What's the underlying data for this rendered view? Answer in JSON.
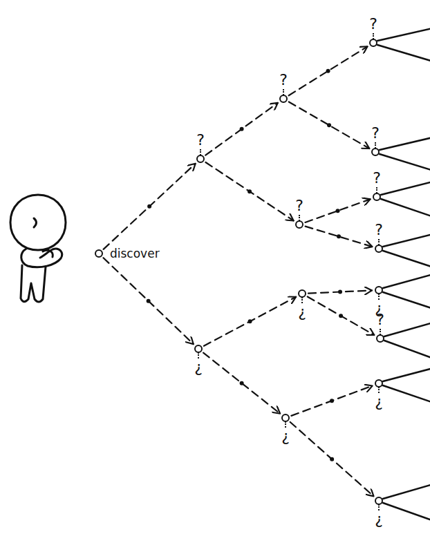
{
  "diagram": {
    "nodes": [
      {
        "text": [
          "discover"
        ]
      },
      {
        "text": [
          "?"
        ]
      },
      {
        "text": [
          "¿"
        ]
      },
      {
        "text": [
          "?"
        ]
      },
      {
        "text": [
          "?"
        ]
      },
      {
        "text": [
          "¿"
        ]
      },
      {
        "text": [
          "¿"
        ]
      },
      {
        "text": [
          "?"
        ]
      },
      {
        "text": [
          "?"
        ]
      },
      {
        "text": [
          "?"
        ]
      },
      {
        "text": [
          "?"
        ]
      },
      {
        "text": [
          "¿"
        ]
      },
      {
        "text": [
          "?"
        ]
      },
      {
        "text": [
          "¿"
        ]
      },
      {
        "text": [
          "¿"
        ]
      }
    ],
    "edges": [
      {
        "from": 0,
        "to": 1,
        "arrow": "to"
      },
      {
        "from": 0,
        "to": 2,
        "arrow": "to"
      },
      {
        "from": 1,
        "to": 3,
        "arrow": "to"
      },
      {
        "from": 1,
        "to": 4,
        "arrow": "to"
      },
      {
        "from": 2,
        "to": 5,
        "arrow": "to"
      },
      {
        "from": 2,
        "to": 6,
        "arrow": "to"
      },
      {
        "from": 3,
        "to": 7,
        "arrow": "to"
      },
      {
        "from": 3,
        "to": 8,
        "arrow": "to"
      },
      {
        "from": 4,
        "to": 9,
        "arrow": "to"
      },
      {
        "from": 4,
        "to": 10,
        "arrow": "to"
      },
      {
        "from": 5,
        "to": 11,
        "arrow": "to"
      },
      {
        "from": 5,
        "to": 12,
        "arrow": "to"
      },
      {
        "from": 6,
        "to": 13,
        "arrow": "to"
      },
      {
        "from": 6,
        "to": 14,
        "arrow": "to"
      }
    ]
  }
}
